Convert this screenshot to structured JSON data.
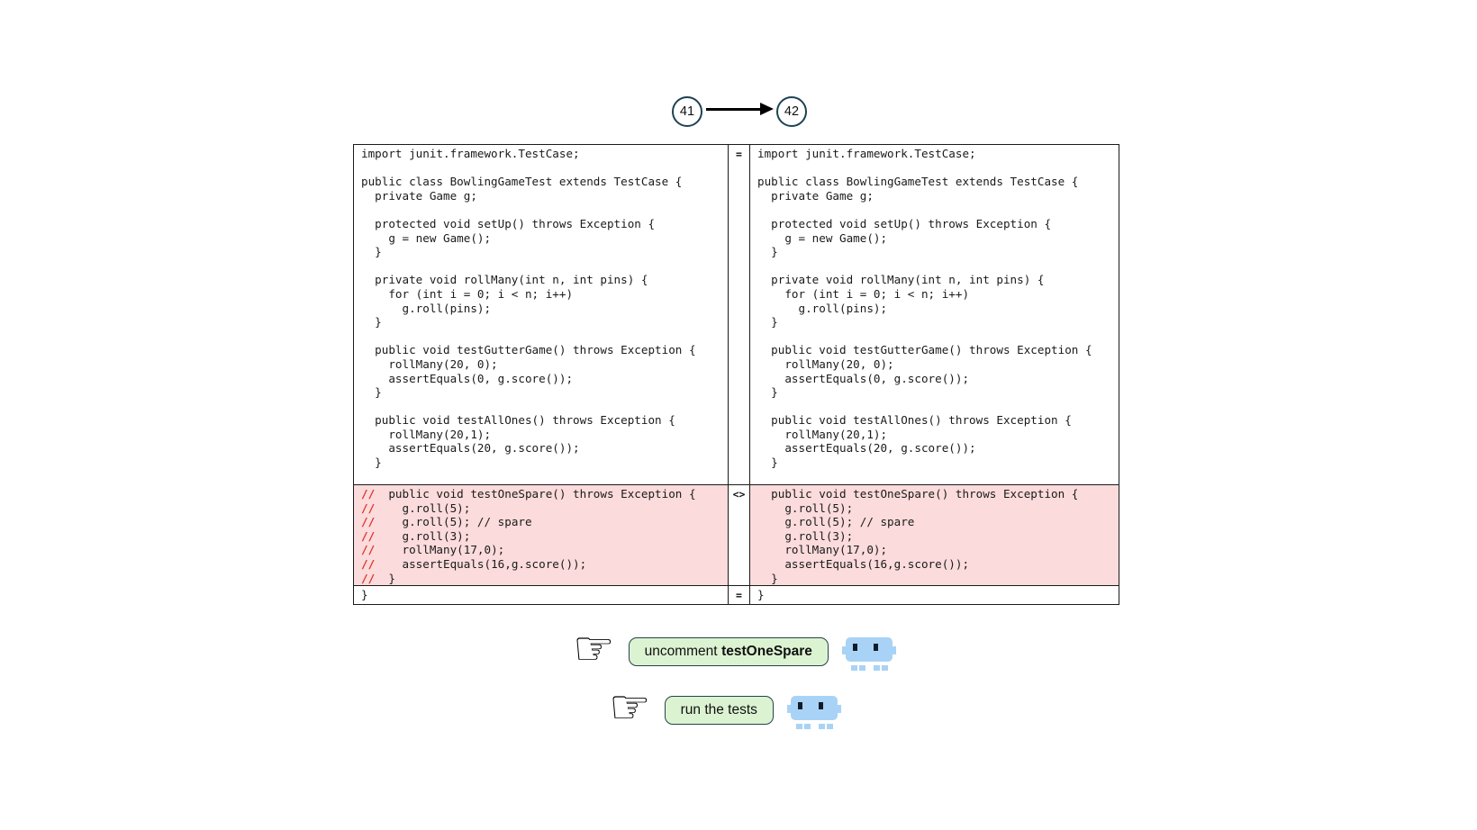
{
  "flow": {
    "from": "41",
    "to": "42"
  },
  "icons": {
    "pointer": "☞",
    "robot": "robot-icon",
    "arrow": "right-arrow-icon"
  },
  "colors": {
    "changed_bg": "#fbdbdb",
    "comment_red": "#e03128",
    "button_bg": "#dcf3d2",
    "button_border": "#24424d",
    "robot_blue": "#a9d3f6",
    "circle_border": "#1d4354"
  },
  "diff": {
    "comment_prefix": "//",
    "sections": [
      {
        "type": "unchanged",
        "marker": "=",
        "lines": [
          "import junit.framework.TestCase;",
          "",
          "public class BowlingGameTest extends TestCase {",
          "  private Game g;",
          "",
          "  protected void setUp() throws Exception {",
          "    g = new Game();",
          "  }",
          "",
          "  private void rollMany(int n, int pins) {",
          "    for (int i = 0; i < n; i++)",
          "      g.roll(pins);",
          "  }",
          "",
          "  public void testGutterGame() throws Exception {",
          "    rollMany(20, 0);",
          "    assertEquals(0, g.score());",
          "  }",
          "",
          "  public void testAllOnes() throws Exception {",
          "    rollMany(20,1);",
          "    assertEquals(20, g.score());",
          "  }",
          ""
        ]
      },
      {
        "type": "changed",
        "marker": "<>",
        "left_lines": [
          "//  public void testOneSpare() throws Exception {",
          "//    g.roll(5);",
          "//    g.roll(5); // spare",
          "//    g.roll(3);",
          "//    rollMany(17,0);",
          "//    assertEquals(16,g.score());",
          "//  }"
        ],
        "right_lines": [
          "  public void testOneSpare() throws Exception {",
          "    g.roll(5);",
          "    g.roll(5); // spare",
          "    g.roll(3);",
          "    rollMany(17,0);",
          "    assertEquals(16,g.score());",
          "  }"
        ]
      },
      {
        "type": "unchanged",
        "marker": "=",
        "lines": [
          "}"
        ]
      }
    ]
  },
  "steps": [
    {
      "label": "uncomment",
      "label_bold": "testOneSpare"
    },
    {
      "label": "run the tests",
      "label_bold": ""
    }
  ]
}
